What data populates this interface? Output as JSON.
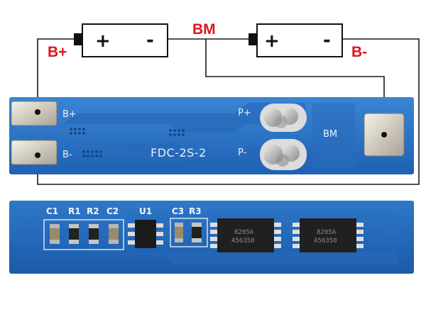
{
  "wiring": {
    "label_bplus": "B+",
    "label_bm": "BM",
    "label_bminus": "B-"
  },
  "cell1": {
    "plus": "+",
    "minus": "-"
  },
  "cell2": {
    "plus": "+",
    "minus": "-"
  },
  "top_board": {
    "pad_bplus": "B+",
    "pad_bminus": "B-",
    "pad_pplus": "P+",
    "pad_pminus": "P-",
    "pad_bm": "BM",
    "model": "FDC-2S-2"
  },
  "bottom_board": {
    "labels": [
      "C1",
      "R1",
      "R2",
      "C2",
      "U1",
      "C3",
      "R3"
    ],
    "chip1": [
      "8205A",
      "A56350"
    ],
    "chip2": [
      "8205A",
      "A56350"
    ]
  },
  "colors": {
    "wire": "#1a1a1a",
    "label_red": "#e0141e",
    "pcb": "#2b6fbf",
    "pcb_dark": "#1e5aa8",
    "silkscreen": "#e9f1fb"
  }
}
